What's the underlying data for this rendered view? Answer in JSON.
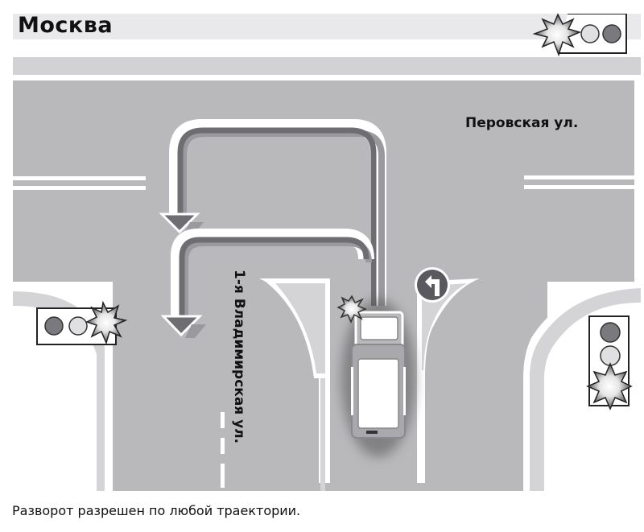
{
  "header": {
    "city_title": "Москва"
  },
  "streets": {
    "horizontal_name": "Перовская ул.",
    "vertical_name": "1-я Владимирская ул."
  },
  "traffic_lights": [
    {
      "id": "top-right",
      "orientation": "horizontal",
      "lit": "left-signal",
      "lamps": [
        "lit",
        "off-light",
        "off-dark"
      ]
    },
    {
      "id": "left",
      "orientation": "horizontal",
      "lit": "right-signal",
      "lamps": [
        "off-dark",
        "off-light",
        "lit"
      ]
    },
    {
      "id": "right",
      "orientation": "vertical",
      "lit": "bottom-signal",
      "lamps": [
        "off-dark",
        "off-light",
        "lit"
      ]
    }
  ],
  "signs": {
    "u_turn_sign": "turn-left-arrow-sign"
  },
  "trajectories": [
    {
      "name": "wide-u-turn",
      "direction": "down"
    },
    {
      "name": "tight-u-turn",
      "direction": "down"
    }
  ],
  "caption": "Разворот разрешен по любой траектории.",
  "colors": {
    "road": "#b9b9bc",
    "sidewalk": "#d4d4d6",
    "band": "#e8e8ea",
    "arrow": "#6e6e72",
    "arrow_shadow": "#9a9a9e",
    "signal_dark": "#7a7a7e",
    "signal_light": "#e0e0e2"
  }
}
